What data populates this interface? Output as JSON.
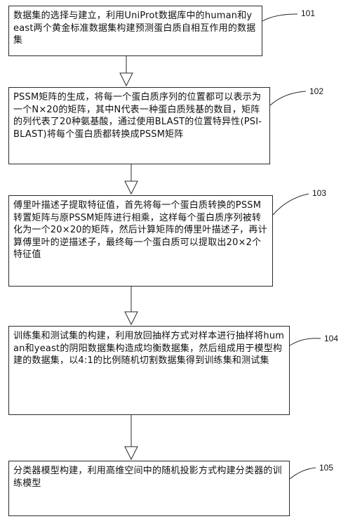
{
  "steps": [
    {
      "id": "101",
      "text": "数据集的选择与建立，利用UniProt数据库中的human和yeast两个黄金标准数据集构建预测蛋白质自相互作用的数据集"
    },
    {
      "id": "102",
      "text": "PSSM矩阵的生成，将每一个蛋白质序列的位置都可以表示为一个N×20的矩阵，其中N代表一种蛋白质残基的数目，矩阵的列代表了20种氨基酸，通过使用BLAST的位置特异性(PSI-BLAST)将每个蛋白质都转换成PSSM矩阵"
    },
    {
      "id": "103",
      "text": "傅里叶描述子提取特征值，首先将每一个蛋白质转换的PSSM转置矩阵与原PSSM矩阵进行相乘，这样每个蛋白质序列被转化为一个20×20的矩阵，然后计算矩阵的傅里叶描述子，再计算傅里叶的逆描述子，最终每一个蛋白质可以提取出20×2个特征值"
    },
    {
      "id": "104",
      "text": "训练集和测试集的构建，利用放回抽样方式对样本进行抽样将human和yeast的阴阳数据集构造成均衡数据集，然后组成用于模型构建的数据集，以4:1的比例随机切割数据集得到训练集和测试集"
    },
    {
      "id": "105",
      "text": "分类器模型构建，利用高维空间中的随机投影方式构建分类器的训练模型"
    }
  ]
}
